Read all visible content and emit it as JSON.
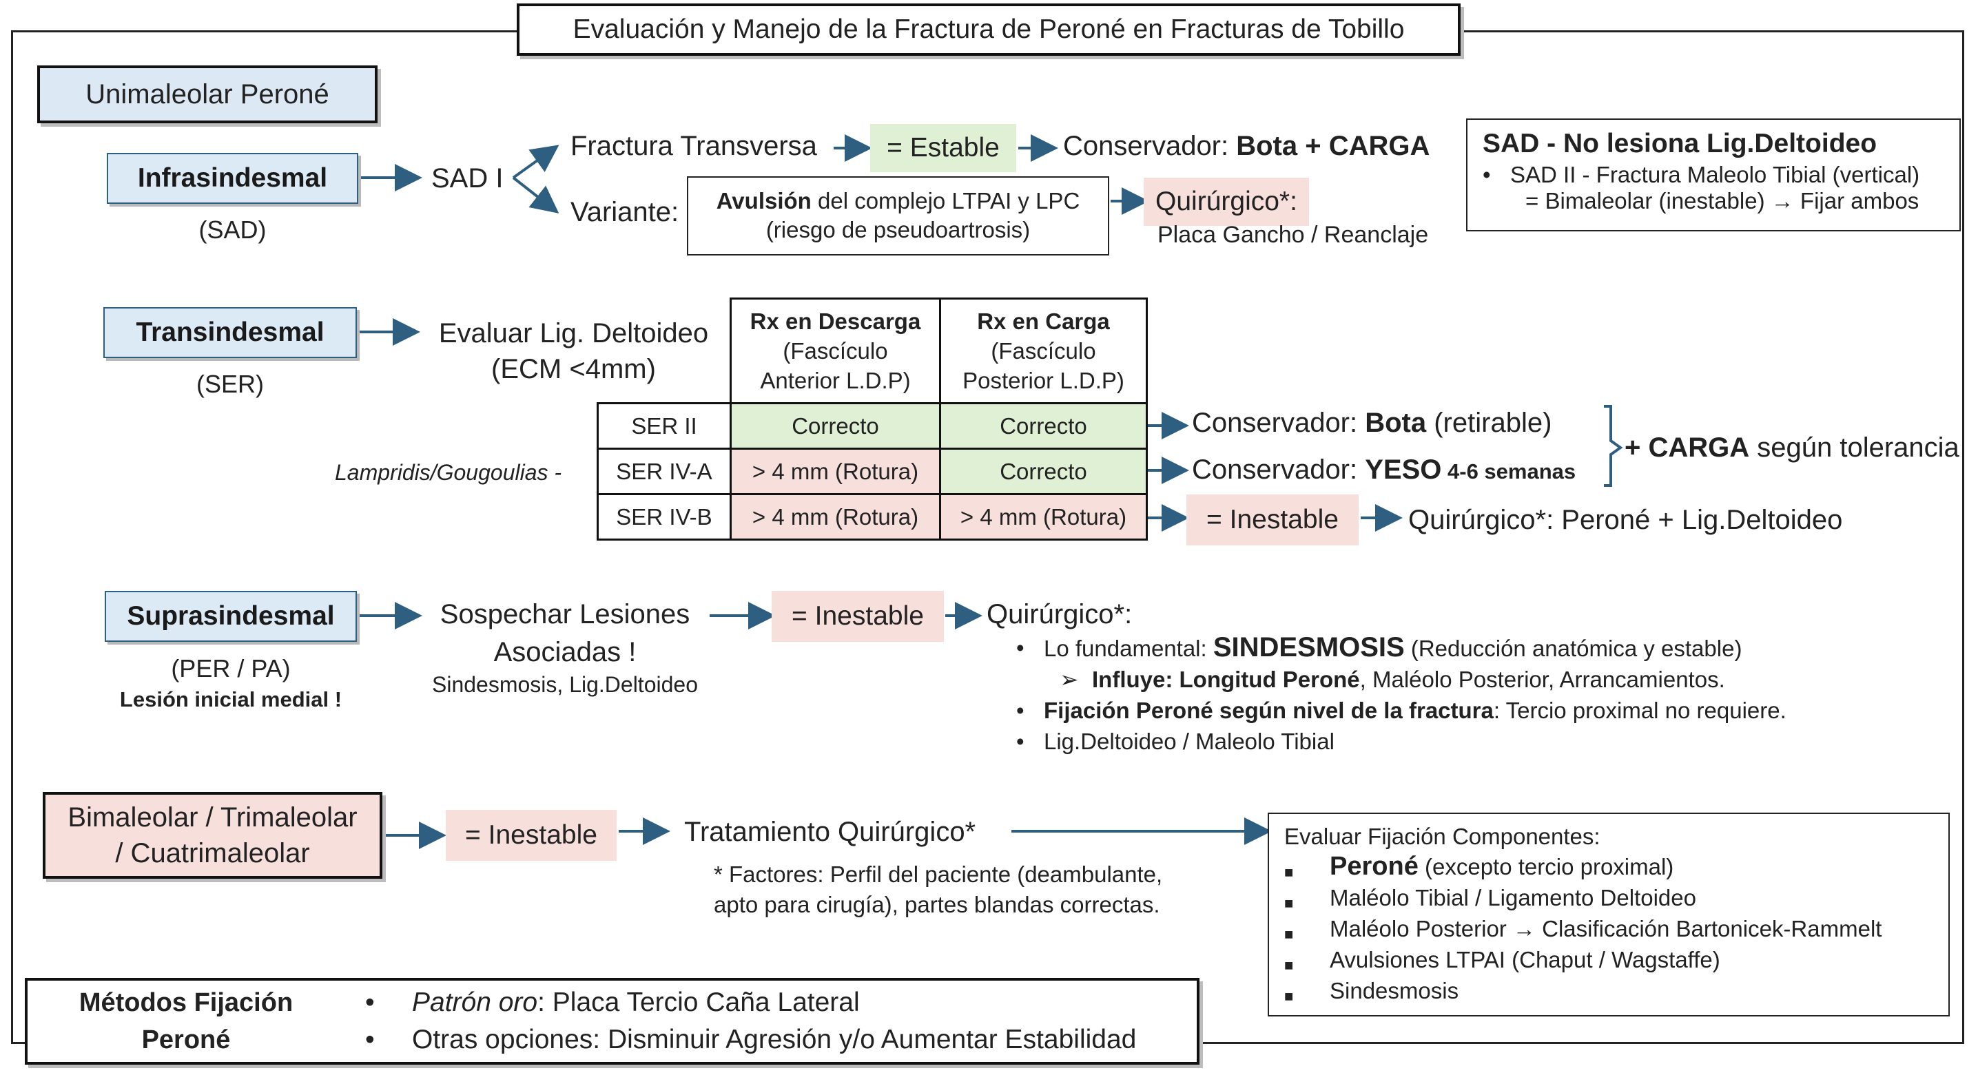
{
  "title": "Evaluación y Manejo de la Fractura de Peroné en Fracturas de Tobillo",
  "uni": {
    "label": "Unimaleolar Peroné",
    "infra": {
      "label": "Infrasindesmal",
      "sub": "(SAD)",
      "stage": "SAD I",
      "transversa": "Fractura Transversa",
      "estable": "= Estable",
      "cons_prefix": "Conservador: ",
      "cons_bold": "Bota + CARGA",
      "variante": "Variante:",
      "avul_bold": "Avulsión",
      "avul_rest": " del complejo LTPAI y LPC",
      "avul_line2": "(riesgo de pseudoartrosis)",
      "quir": "Quirúrgico*:",
      "quir_sub": "Placa Gancho / Reanclaje"
    },
    "sad_box": {
      "title": "SAD - No lesiona Lig.Deltoideo",
      "line1": "SAD II - Fractura Maleolo Tibial (vertical)",
      "line2": "= Bimaleolar (inestable) → Fijar ambos"
    },
    "trans": {
      "label": "Transindesmal",
      "sub": "(SER)",
      "eval1": "Evaluar Lig. Deltoideo",
      "eval2": "(ECM <4mm)",
      "col1_bold": "Rx en Descarga",
      "col1_l2": "(Fascículo",
      "col1_l3": "Anterior L.D.P)",
      "col2_bold": "Rx en Carga",
      "col2_l2": "(Fascículo",
      "col2_l3": "Posterior L.D.P)",
      "rows": [
        {
          "stage": "SER II",
          "c1": "Correcto",
          "c2": "Correcto"
        },
        {
          "stage": "SER IV-A",
          "c1": "> 4 mm (Rotura)",
          "c2": "Correcto"
        },
        {
          "stage": "SER IV-B",
          "c1": "> 4 mm (Rotura)",
          "c2": "> 4 mm (Rotura)"
        }
      ],
      "ref": "Lampridis/Gougoulias -",
      "out1_prefix": "Conservador: ",
      "out1_bold": "Bota",
      "out1_rest": " (retirable)",
      "out2_prefix": "Conservador: ",
      "out2_bold": "YESO",
      "out2_small": " 4-6 semanas",
      "carga_bold": "+ CARGA",
      "carga_rest": " según tolerancia",
      "inestable": "= Inestable",
      "quir": "Quirúrgico*:  Peroné + Lig.Deltoideo"
    },
    "supra": {
      "label": "Suprasindesmal",
      "sub": "(PER / PA)",
      "sub2": "Lesión inicial medial !",
      "sosp1": "Sospechar Lesiones",
      "sosp2": "Asociadas !",
      "sosp3": "Sindesmosis, Lig.Deltoideo",
      "inestable": "= Inestable",
      "quir": "Quirúrgico*:",
      "b1_prefix": "Lo fundamental: ",
      "b1_bold": "SINDESMOSIS",
      "b1_rest": " (Reducción anatómica y estable)",
      "b1_sub_bold": "Influye:  Longitud Peroné",
      "b1_sub_rest": ", Maléolo Posterior,  Arrancamientos.",
      "b2_bold": "Fijación Peroné según nivel de la fractura",
      "b2_rest": ": Tercio proximal no requiere.",
      "b3": "Lig.Deltoideo / Maleolo Tibial"
    }
  },
  "bimal": {
    "label1": "Bimaleolar / Trimaleolar",
    "label2": "/ Cuatrimaleolar",
    "inestable": "= Inestable",
    "trat": "Tratamiento Quirúrgico*",
    "factores1": "* Factores: Perfil del paciente (deambulante,",
    "factores2": "apto para cirugía), partes blandas correctas.",
    "eval_title": "Evaluar Fijación Componentes:",
    "items": [
      {
        "bold": "Peroné",
        "rest": " (excepto tercio proximal)"
      },
      {
        "bold": "",
        "rest": "Maléolo Tibial / Ligamento Deltoideo"
      },
      {
        "bold": "",
        "rest": "Maléolo Posterior → Clasificación Bartonicek-Rammelt"
      },
      {
        "bold": "",
        "rest": "Avulsiones LTPAI (Chaput / Wagstaffe)"
      },
      {
        "bold": "",
        "rest": "Sindesmosis"
      }
    ]
  },
  "metodos": {
    "label1": "Métodos Fijación",
    "label2": "Peroné",
    "opt1_italic": "Patrón oro",
    "opt1_rest": ":  Placa Tercio Caña Lateral",
    "opt2": "Otras opciones:  Disminuir Agresión y/o Aumentar Estabilidad"
  },
  "colors": {
    "blue_fill": "#dce9f5",
    "pink_fill": "#f7dfdc",
    "green_fill": "#dff0d4",
    "arrow": "#2e5f80"
  }
}
